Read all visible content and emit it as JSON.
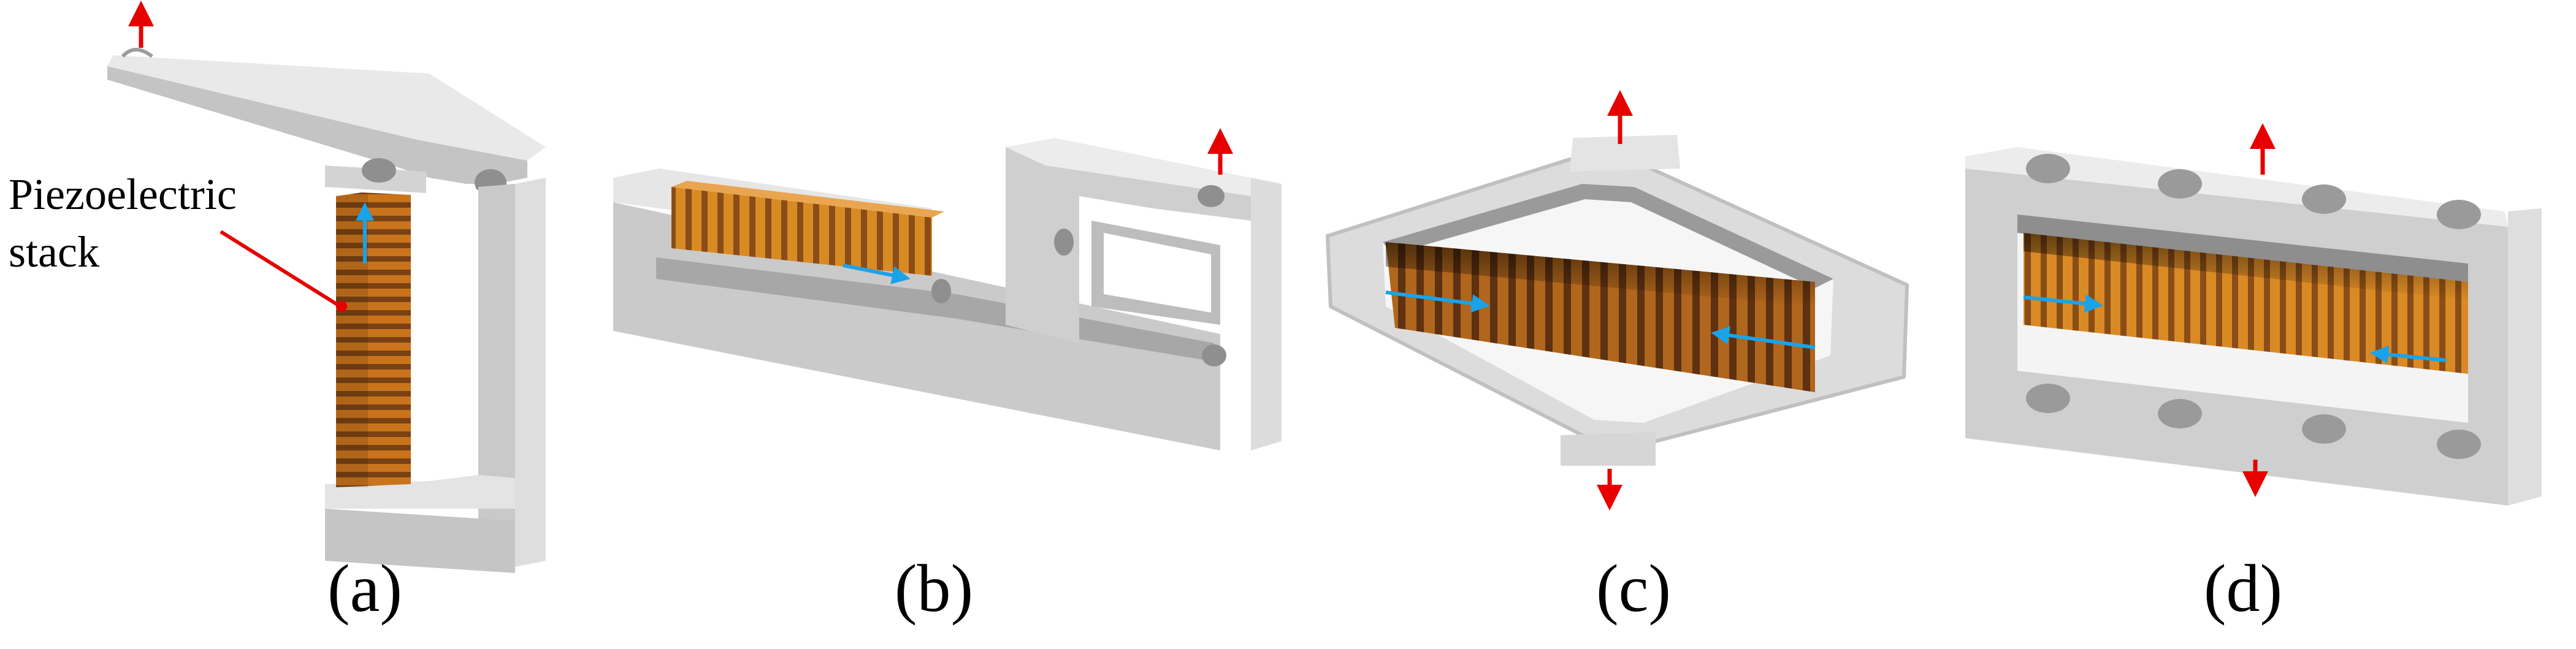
{
  "annotation": {
    "line1": "Piezoelectric",
    "line2": "stack"
  },
  "panels": [
    {
      "id": "a",
      "label": "(a)"
    },
    {
      "id": "b",
      "label": "(b)"
    },
    {
      "id": "c",
      "label": "(c)"
    },
    {
      "id": "d",
      "label": "(d)"
    }
  ],
  "colors": {
    "frame_light": "#e9e9e9",
    "frame_mid": "#c8c8c8",
    "frame_dark": "#a7a7a7",
    "stack_orange": "#d8861f",
    "stack_dark": "#6b3a12",
    "output_arrow": "#e60000",
    "input_arrow": "#1aa3e8",
    "annotation_line": "#e60000"
  }
}
